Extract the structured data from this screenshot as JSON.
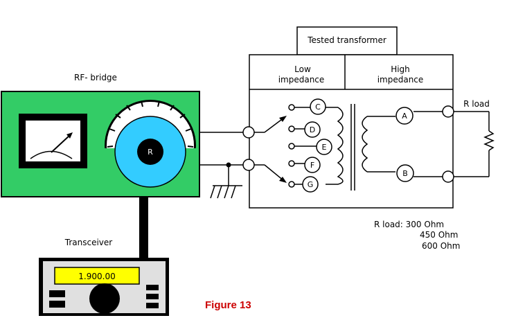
{
  "labels": {
    "tested_transformer": "Tested transformer",
    "low_impedance_1": "Low",
    "low_impedance_2": "impedance",
    "high_impedance_1": "High",
    "high_impedance_2": "impedance",
    "rf_bridge": "RF- bridge",
    "transceiver": "Transceiver",
    "r_load": "R load",
    "r_load_values_1": "R load: 300 Ohm",
    "r_load_values_2": "450 Ohm",
    "r_load_values_3": "600 Ohm",
    "figure": "Figure 13",
    "knob": "R"
  },
  "transceiver_display": "1.900.00",
  "nodes": {
    "a": "A",
    "b": "B",
    "c": "C",
    "d": "D",
    "e": "E",
    "f": "F",
    "g": "G"
  },
  "colors": {
    "bridge_body": "#33cc66",
    "dial": "#33ccff",
    "display": "#ffff00",
    "figure_text": "#cc0000",
    "panel": "#e0e0e0"
  }
}
